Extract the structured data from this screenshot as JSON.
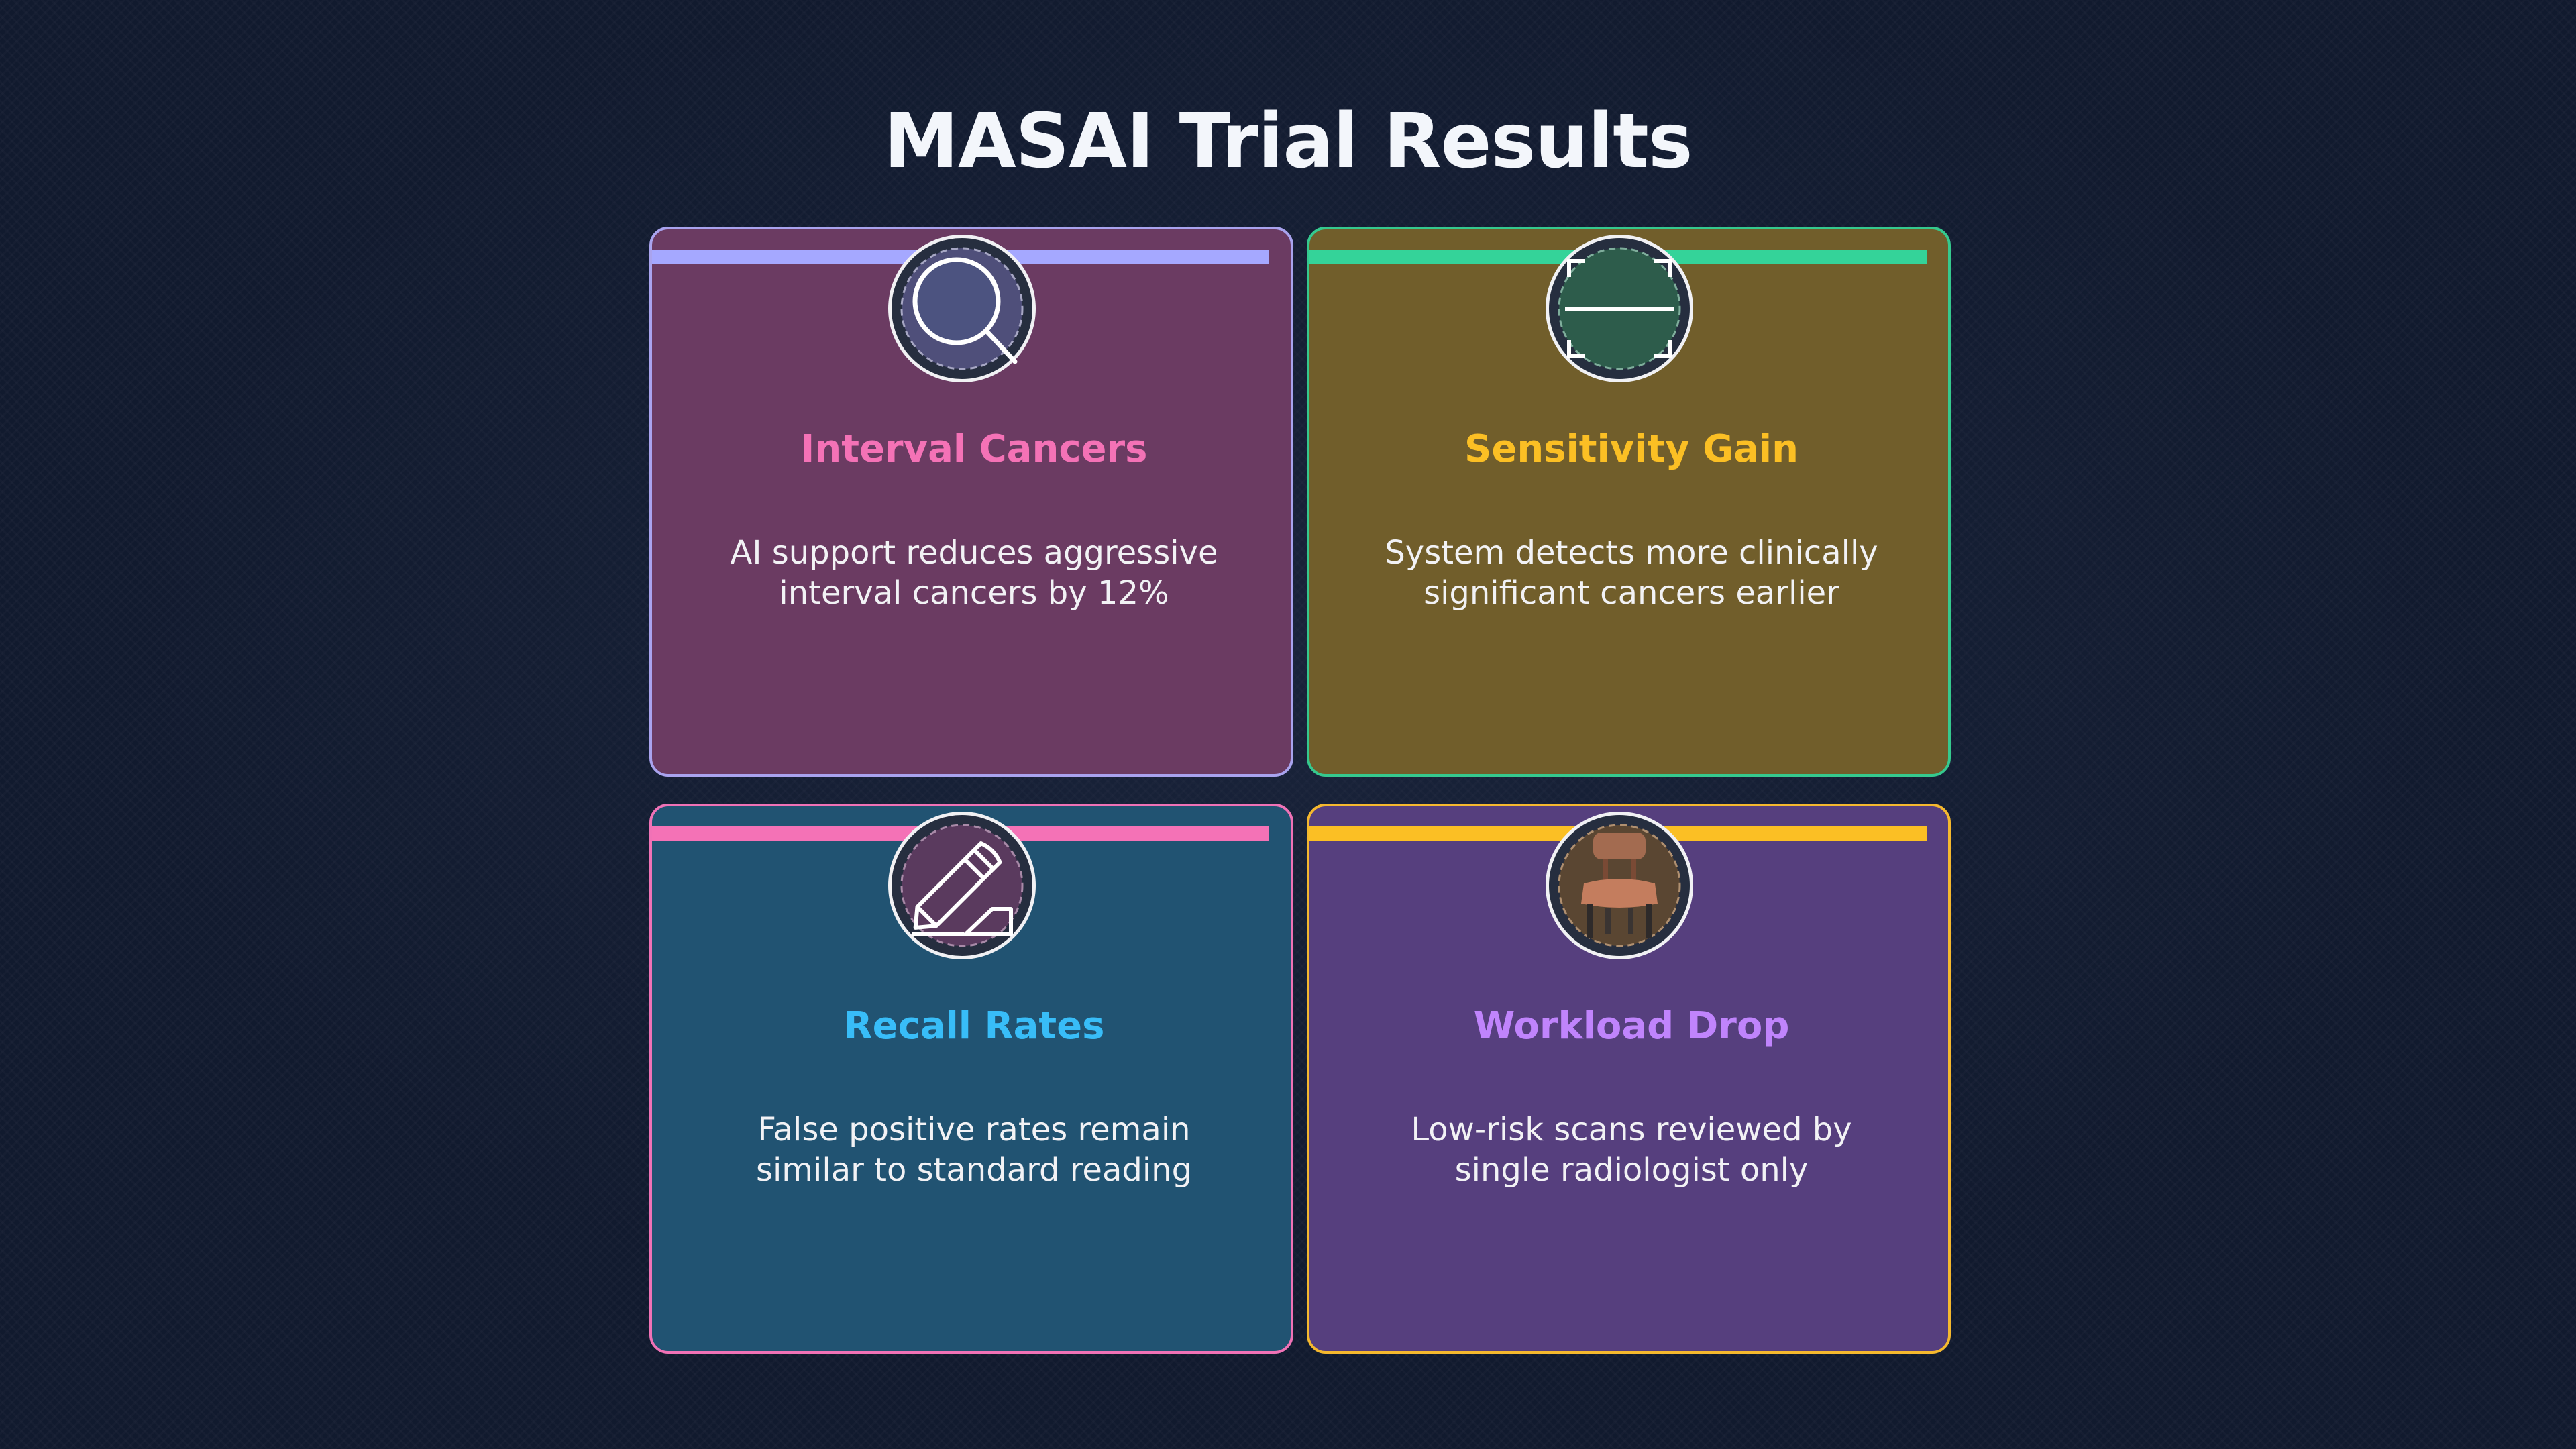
{
  "page": {
    "title": "MASAI Trial Results"
  },
  "cards": [
    {
      "title": "Interval Cancers",
      "description": "AI support reduces aggressive interval cancers by 12%",
      "icon": "magnifying-glass-icon",
      "title_color": "#f472b6",
      "accent_color": "#a5a8ff",
      "background_color": "#6b3b62"
    },
    {
      "title": "Sensitivity Gain",
      "description": "System detects more clinically significant cancers earlier",
      "icon": "scan-frame-icon",
      "title_color": "#fbbf24",
      "accent_color": "#34d399",
      "background_color": "#715e2b"
    },
    {
      "title": "Recall Rates",
      "description": "False positive rates remain similar to standard reading",
      "icon": "pencil-icon",
      "title_color": "#38bdf8",
      "accent_color": "#f472b6",
      "background_color": "#215372"
    },
    {
      "title": "Workload Drop",
      "description": "Low-risk scans reviewed by single radiologist only",
      "icon": "chair-icon",
      "title_color": "#c084fc",
      "accent_color": "#fbbf24",
      "background_color": "#563f7e"
    }
  ]
}
